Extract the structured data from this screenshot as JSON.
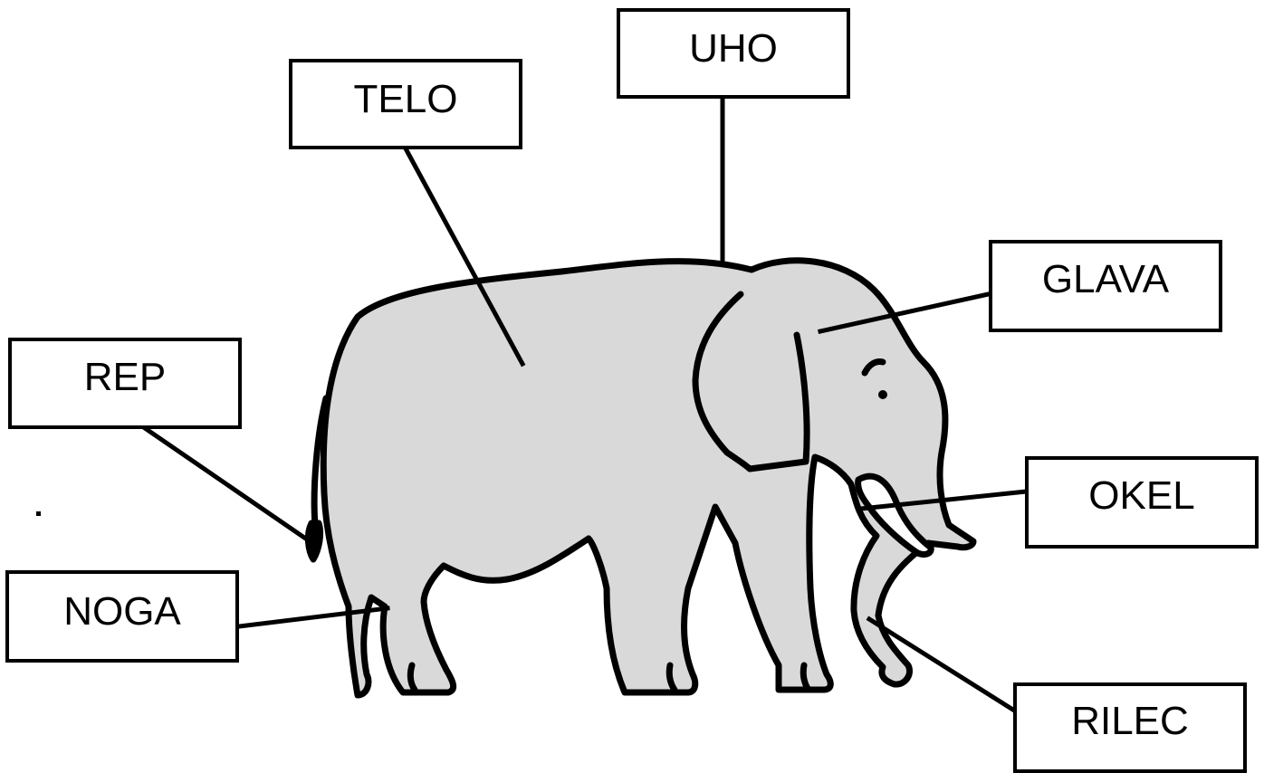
{
  "diagram": {
    "subject": "elephant-icon",
    "colors": {
      "body_fill": "#d9d9d9",
      "outline": "#000000",
      "background": "#ffffff"
    },
    "labels": {
      "uho": "UHO",
      "telo": "TELO",
      "glava": "GLAVA",
      "rep": "REP",
      "okel": "OKEL",
      "noga": "NOGA",
      "rilec": "RILEC"
    }
  }
}
